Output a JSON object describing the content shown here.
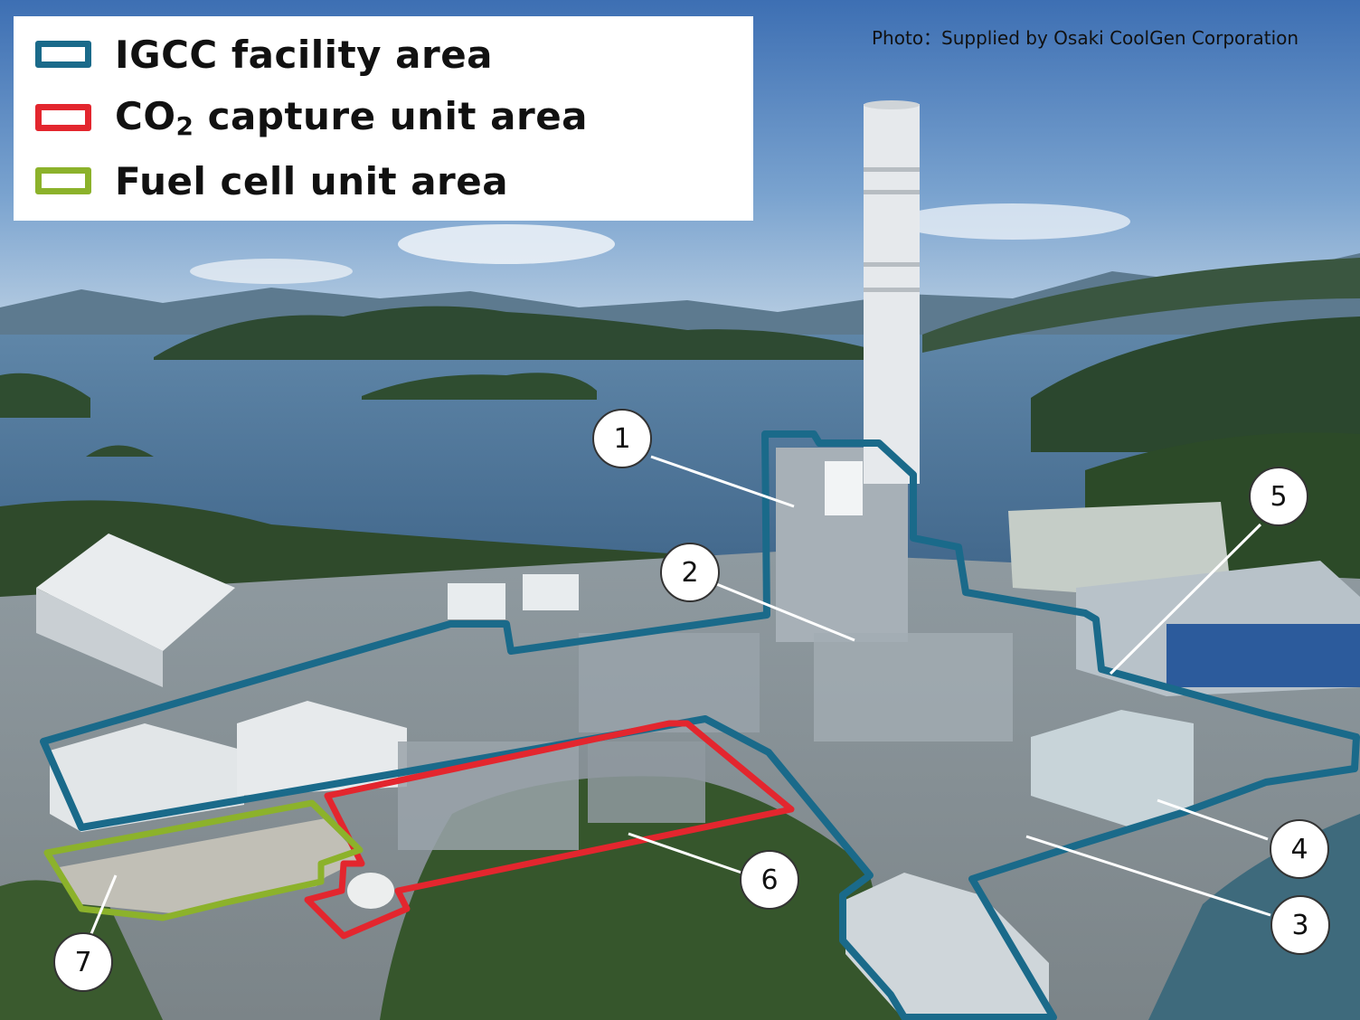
{
  "legend": {
    "items": [
      {
        "label_main": "IGCC facility area",
        "label_sub": "",
        "label_tail": "",
        "color": "#1a6a8a"
      },
      {
        "label_main": "CO",
        "label_sub": "2",
        "label_tail": " capture unit area",
        "color": "#e3262e"
      },
      {
        "label_main": "Fuel cell unit area",
        "label_sub": "",
        "label_tail": "",
        "color": "#8cb22b"
      }
    ]
  },
  "credit": "Photo：Supplied by Osaki CoolGen  Corporation",
  "callouts": [
    "1",
    "2",
    "3",
    "4",
    "5",
    "6",
    "7"
  ],
  "colors": {
    "igcc": "#1a6a8a",
    "co2": "#e3262e",
    "fuel_cell": "#8cb22b",
    "callout_line": "#ffffff"
  }
}
